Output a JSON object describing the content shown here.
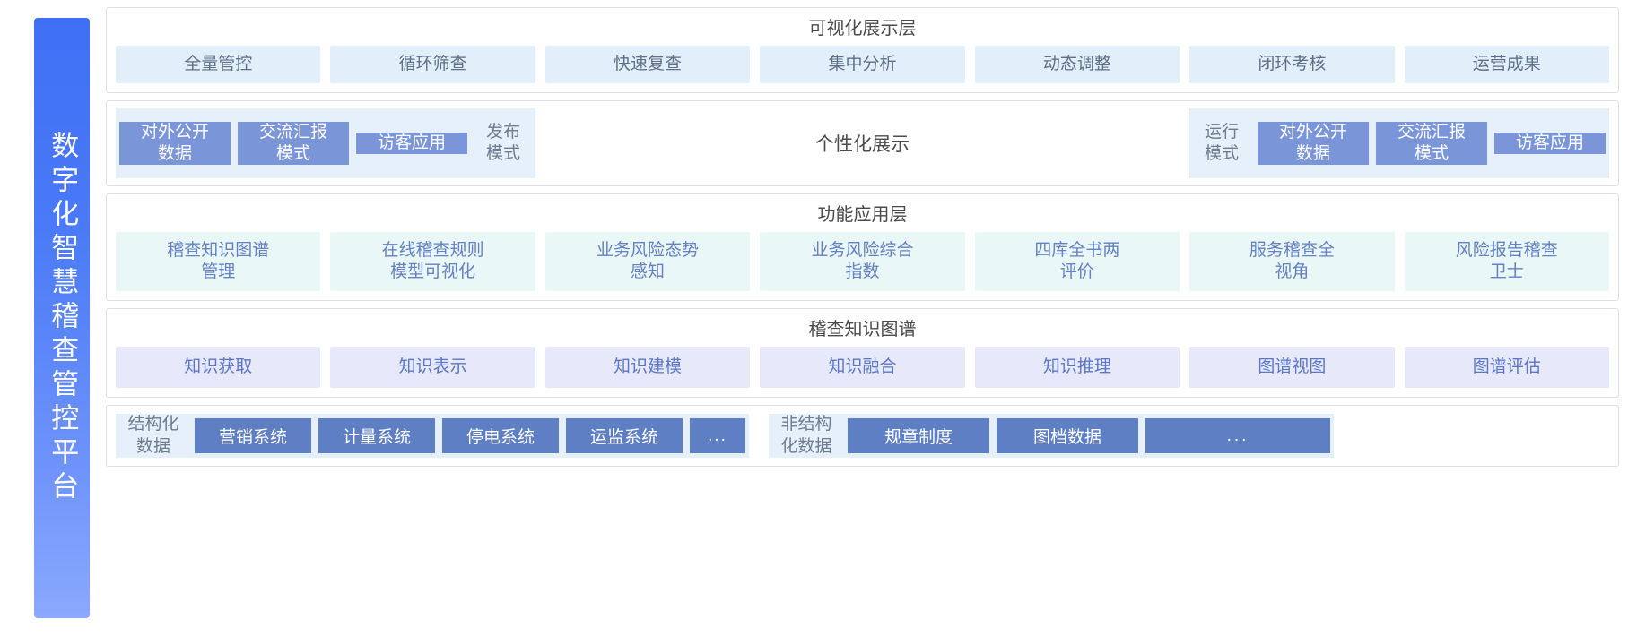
{
  "platform": {
    "title": "数字化智慧稽查管控平台"
  },
  "layers": {
    "visualization": {
      "title": "可视化展示层",
      "chips": [
        "全量管控",
        "循环筛查",
        "快速复查",
        "集中分析",
        "动态调整",
        "闭环考核",
        "运营成果"
      ]
    },
    "mode": {
      "publish_label": "发布\n模式",
      "run_label": "运行\n模式",
      "center_title": "个性化展示",
      "publish_boxes": [
        "对外公开\n数据",
        "交流汇报\n模式",
        "访客应用"
      ],
      "run_boxes": [
        "对外公开\n数据",
        "交流汇报\n模式",
        "访客应用"
      ]
    },
    "function": {
      "title": "功能应用层",
      "chips": [
        "稽查知识图谱\n管理",
        "在线稽查规则\n模型可视化",
        "业务风险态势\n感知",
        "业务风险综合\n指数",
        "四库全书两\n评价",
        "服务稽查全\n视角",
        "风险报告稽查\n卫士"
      ]
    },
    "knowledge": {
      "title": "稽查知识图谱",
      "chips": [
        "知识获取",
        "知识表示",
        "知识建模",
        "知识融合",
        "知识推理",
        "图谱视图",
        "图谱评估"
      ]
    },
    "data": {
      "structured": {
        "label": "结构化\n数据",
        "boxes": [
          "营销系统",
          "计量系统",
          "停电系统",
          "运监系统",
          "..."
        ]
      },
      "unstructured": {
        "label": "非结构\n化数据",
        "boxes": [
          "规章制度",
          "图档数据",
          "..."
        ]
      }
    }
  },
  "colors": {
    "brand_gradient_start": "#3f6ff5",
    "brand_gradient_end": "#8aa9fd",
    "chip_visualization_bg": "#e3eefb",
    "chip_function_bg": "#e9f8f6",
    "chip_knowledge_bg": "#e7e9fa",
    "mode_box_bg": "#7a96d8",
    "data_box_bg": "#5f7fc4",
    "band_bg": "#e6f0fb"
  }
}
